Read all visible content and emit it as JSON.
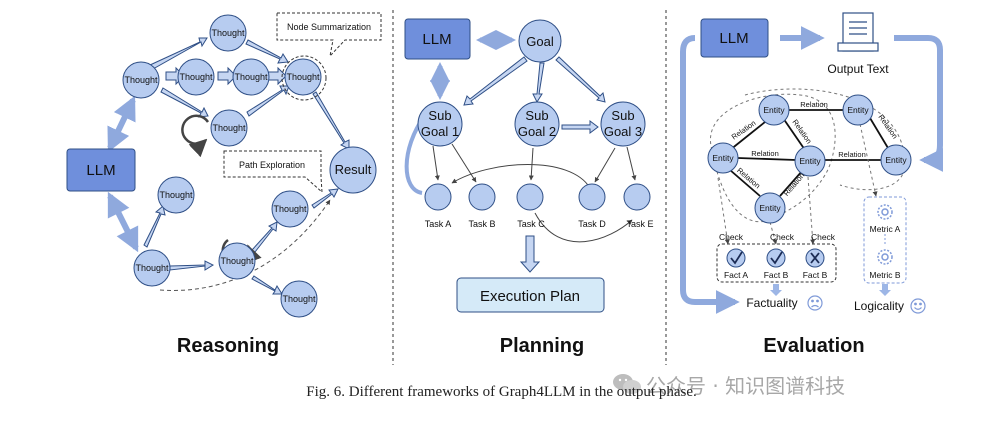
{
  "reasoning": {
    "title": "Reasoning",
    "llm_label": "LLM",
    "thought_label": "Thought",
    "result_label": "Result",
    "callout_summarization": "Node Summarization",
    "callout_exploration": "Path Exploration"
  },
  "planning": {
    "title": "Planning",
    "llm_label": "LLM",
    "goal_label": "Goal",
    "subgoal_line1": "Sub",
    "subgoal1_line2": "Goal 1",
    "subgoal2_line2": "Goal 2",
    "subgoal3_line2": "Goal 3",
    "tasks": [
      "Task A",
      "Task B",
      "Task C",
      "Task D",
      "Task E"
    ],
    "execution_plan": "Execution Plan"
  },
  "evaluation": {
    "title": "Evaluation",
    "llm_label": "LLM",
    "output_text": "Output Text",
    "entity_label": "Entity",
    "relation_label": "Relation",
    "check_label": "Check",
    "facts": [
      "Fact A",
      "Fact B",
      "Fact B"
    ],
    "metric_a": "Metric A",
    "metric_b": "Metric B",
    "factuality": "Factuality",
    "logicality": "Logicality"
  },
  "caption": "Fig. 6.  Different frameworks of Graph4LLM in the output phase.",
  "watermark": "公众号 · 知识图谱科技",
  "colors": {
    "node_fill": "#b7ccf0",
    "node_stroke": "#2f4f86",
    "llm_fill": "#6f8fdc",
    "arrow_fill": "#9db6e6",
    "exec_fill": "#d5eaf8"
  }
}
